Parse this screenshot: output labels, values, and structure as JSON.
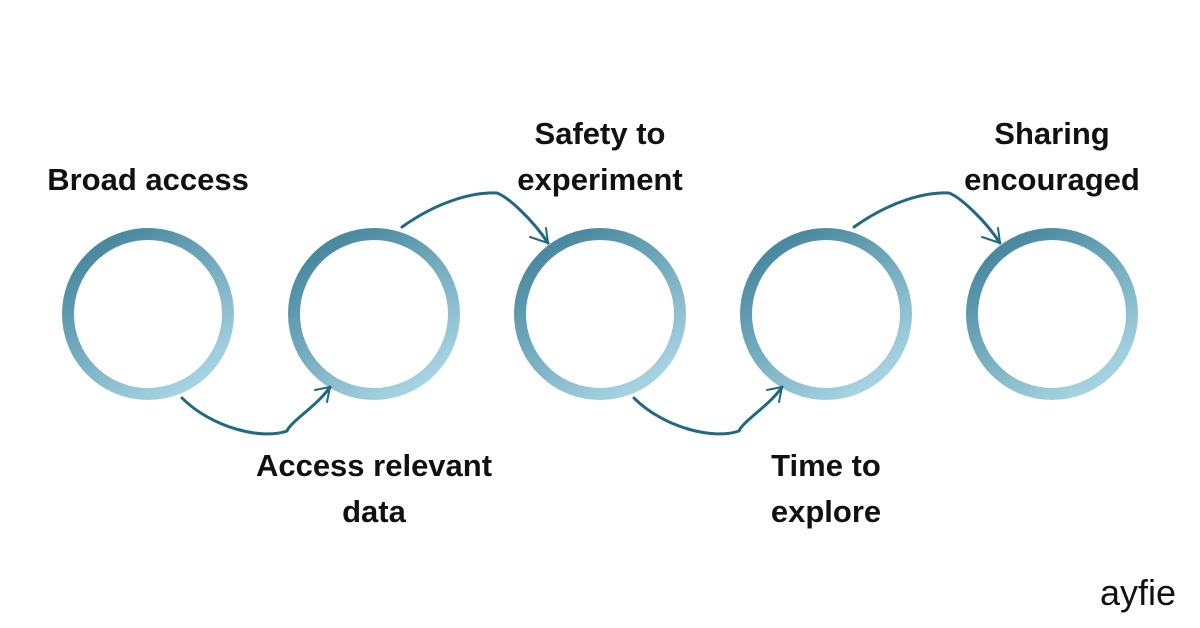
{
  "steps": [
    {
      "lines": [
        "Broad access"
      ]
    },
    {
      "lines": [
        "Access relevant",
        "data"
      ]
    },
    {
      "lines": [
        "Safety to",
        "experiment"
      ]
    },
    {
      "lines": [
        "Time to",
        "explore"
      ]
    },
    {
      "lines": [
        "Sharing",
        "encouraged"
      ]
    }
  ],
  "logo": {
    "text": "ayfie"
  },
  "colors": {
    "ring_dark": "#4a8aa0",
    "ring_light": "#a6d3e2",
    "arrow": "#1f6a82",
    "text": "#111111"
  }
}
